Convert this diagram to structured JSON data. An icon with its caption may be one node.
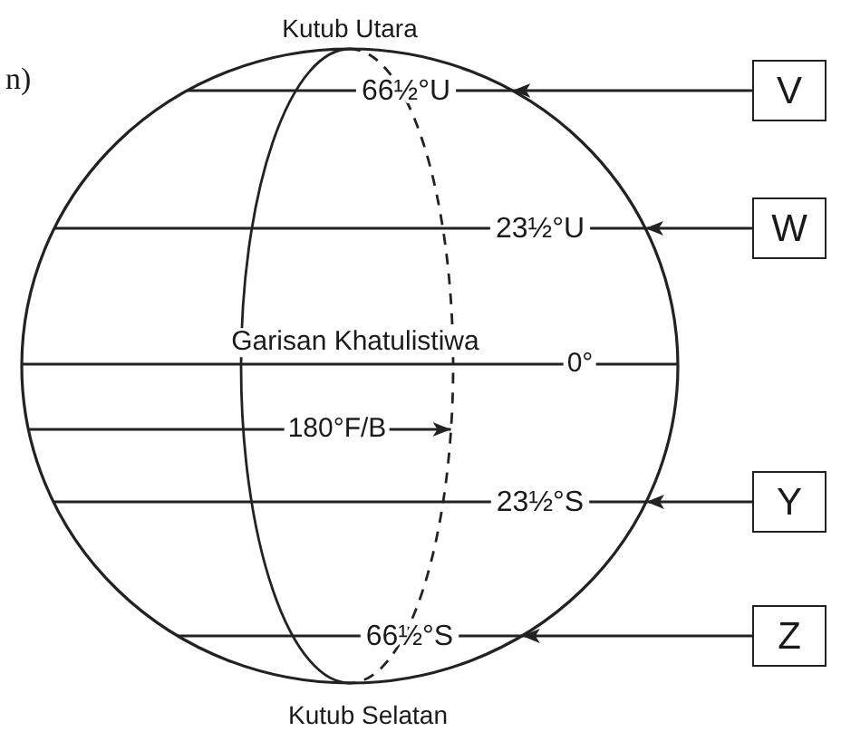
{
  "diagram": {
    "nodes": [
      {
        "text": [
          "66½°U"
        ]
      },
      {
        "text": [
          "V"
        ]
      },
      {
        "text": [
          "23½°U"
        ]
      },
      {
        "text": [
          "W"
        ]
      },
      {
        "text": [],
        "shape": "line"
      },
      {
        "text": [
          "23½°S"
        ]
      },
      {
        "text": [
          "Y"
        ]
      },
      {
        "text": [
          "66½°S"
        ]
      },
      {
        "text": [
          "Z"
        ]
      }
    ],
    "edges": [
      {
        "from": 1,
        "to": 0,
        "arrow": "to"
      },
      {
        "from": 3,
        "to": 2,
        "arrow": "to"
      },
      {
        "from": null,
        "to": 4,
        "arrow": "to",
        "label": "180°F/B"
      },
      {
        "from": 6,
        "to": 5,
        "arrow": "to"
      },
      {
        "from": 8,
        "to": 7,
        "arrow": "to"
      }
    ],
    "labels": [
      "Kutub Utara",
      "n)",
      "Garisan Khatulistiwa",
      "0°",
      "Kutub Selatan"
    ]
  }
}
